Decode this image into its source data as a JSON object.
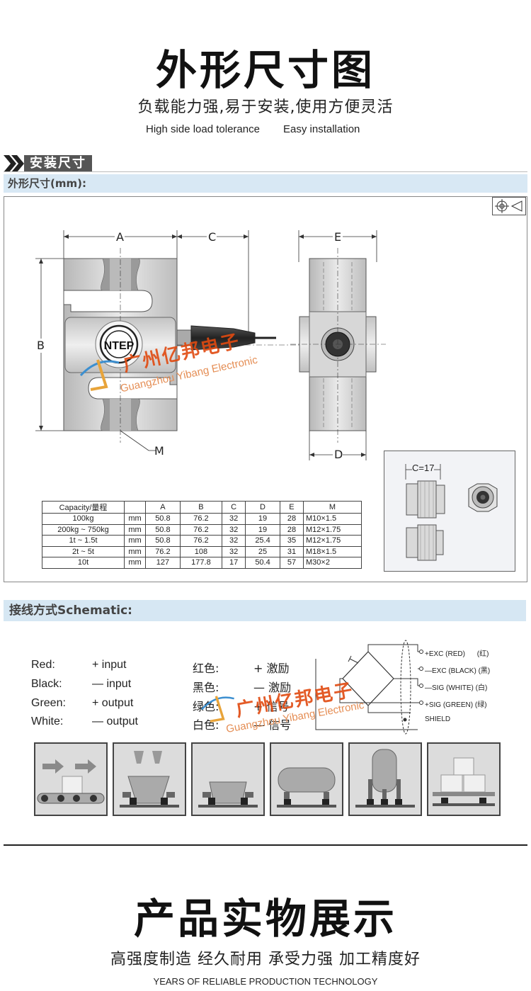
{
  "header": {
    "title": "外形尺寸图",
    "subtitle": "负载能力强,易于安装,使用方便灵活",
    "english": [
      "High side load tolerance",
      "Easy installation"
    ]
  },
  "section_install": {
    "tag": "安装尺寸",
    "band_label": "外形尺寸(mm):"
  },
  "drawing": {
    "labels": {
      "A": "A",
      "B": "B",
      "C": "C",
      "E": "E",
      "D": "D",
      "M": "M"
    },
    "gland_label": "C=17",
    "watermark_cn": "广州亿邦电子",
    "watermark_en": "Guangzhou Yibang Electronic"
  },
  "dimension_table": {
    "headers": [
      "Capacity/量程",
      "",
      "A",
      "B",
      "C",
      "D",
      "E",
      "M"
    ],
    "rows": [
      [
        "100kg",
        "mm",
        "50.8",
        "76.2",
        "32",
        "19",
        "28",
        "M10×1.5"
      ],
      [
        "200kg ~ 750kg",
        "mm",
        "50.8",
        "76.2",
        "32",
        "19",
        "28",
        "M12×1.75"
      ],
      [
        "1t ~ 1.5t",
        "mm",
        "50.8",
        "76.2",
        "32",
        "25.4",
        "35",
        "M12×1.75"
      ],
      [
        "2t ~ 5t",
        "mm",
        "76.2",
        "108",
        "32",
        "25",
        "31",
        "M18×1.5"
      ],
      [
        "10t",
        "mm",
        "127",
        "177.8",
        "17",
        "50.4",
        "57",
        "M30×2"
      ]
    ]
  },
  "section_schematic": {
    "band_label": "接线方式Schematic:"
  },
  "wiring_en": [
    {
      "color": "Red",
      "sep": ":",
      "sign": "+",
      "func": "input"
    },
    {
      "color": "Black",
      "sep": ":",
      "sign": "—",
      "func": "input"
    },
    {
      "color": "Green",
      "sep": ":",
      "sign": "+",
      "func": "output"
    },
    {
      "color": "White",
      "sep": ":",
      "sign": "—",
      "func": "output"
    }
  ],
  "wiring_cn": [
    {
      "color": "红色",
      "sep": ":",
      "sign": "+",
      "func": "激励"
    },
    {
      "color": "黑色",
      "sep": ":",
      "sign": "—",
      "func": "激励"
    },
    {
      "color": "绿色",
      "sep": ":",
      "sign": "+",
      "func": "信号"
    },
    {
      "color": "白色",
      "sep": ":",
      "sign": "—",
      "func": "信号"
    }
  ],
  "schematic_terminals": [
    {
      "label": "+EXC (RED)",
      "cn": "(红)"
    },
    {
      "label": "—EXC (BLACK)",
      "cn": "(黑)"
    },
    {
      "label": "—SIG (WHITE)",
      "cn": "(白)"
    },
    {
      "label": "+SIG (GREEN)",
      "cn": "(绿)"
    },
    {
      "label": "SHIELD",
      "cn": ""
    }
  ],
  "footer": {
    "title": "产品实物展示",
    "subtitle": "高强度制造 经久耐用 承受力强 加工精度好",
    "english": "YEARS OF RELIABLE PRODUCTION TECHNOLOGY"
  },
  "colors": {
    "accent_band": "#d8e8f4",
    "watermark": "#e14a10",
    "tag": "#555555"
  }
}
